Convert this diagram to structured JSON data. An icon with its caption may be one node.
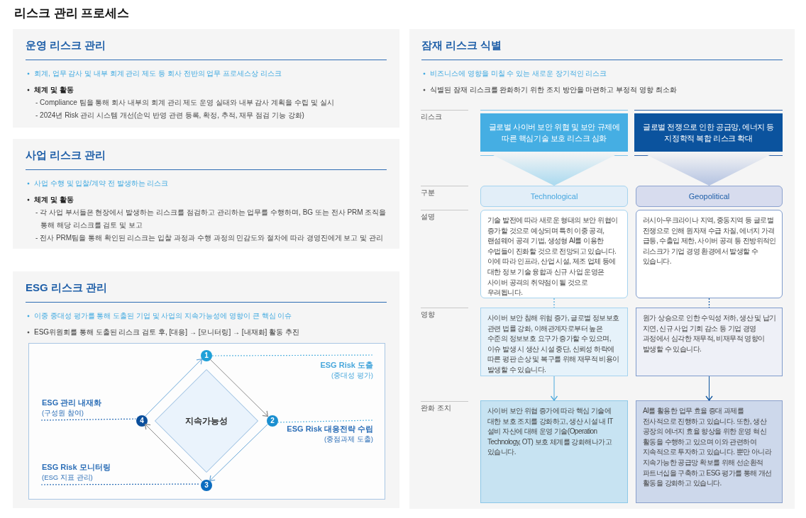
{
  "diagram": {
    "title": "리스크 관리 프로세스",
    "nodes": [
      {
        "text": [
          "운영 리스크 관리",
          "회계, 업무 감사 및 내부 회계 관리 제도 등 회사 전반의 업무 프로세스상 리스크",
          "체계 및 활동",
          "- Compliance 팀을 통해 회사 내부의 회계 관리 제도 운영 실태와 내부 감사 계획을 수립 및 실시",
          "- 2024년 Risk 관리 시스템 개선(손익 반영 관련 등록, 확정, 추적, 재무 점검 기능 강화)"
        ]
      },
      {
        "text": [
          "사업 리스크 관리",
          "사업 수행 및 입찰/계약 전 발생하는 리스크",
          "체계 및 활동",
          "- 각 사업 부서들은 현장에서 발생하는 리스크를 점검하고 관리하는 업무를 수행하며, BG 또는 전사 PRM 조직을 통해 해당 리스크를 검토 및 보고",
          "- 전사 PRM팀을 통해 확인된 리스크는 입찰 과정과 수행 과정의 민감도와 절차에 따라 경영진에게 보고 및 관리"
        ]
      },
      {
        "text": [
          "ESG 리스크 관리",
          "이중 중대성 평가를 통해 도출된 기업 및 사업의 지속가능성에 영향이 큰 핵심 이슈",
          "ESG위원회를 통해 도출된 리스크 검토 후, [대응] → [모니터링] → [내재화] 활동 추진"
        ]
      },
      {
        "text": [],
        "shape": "box",
        "in": 2
      },
      {
        "text": [
          "지속가능성"
        ],
        "in": 3
      },
      {
        "text": [
          "1"
        ],
        "in": 3
      },
      {
        "text": [
          "2"
        ],
        "in": 3
      },
      {
        "text": [
          "3"
        ],
        "in": 3
      },
      {
        "text": [
          "4"
        ],
        "in": 3
      },
      {
        "text": [
          "ESG Risk 도출",
          "(중대성 평가)"
        ],
        "in": 3
      },
      {
        "text": [
          "ESG Risk 대응전략 수립",
          "(중점과제 도출)"
        ],
        "in": 3
      },
      {
        "text": [
          "ESG Risk 모니터링",
          "(ESG 지표 관리)"
        ],
        "in": 3
      },
      {
        "text": [
          "ESG 관리 내재화",
          "(구성원 참여)"
        ],
        "in": 3
      },
      {
        "text": [
          "잠재 리스크 식별",
          "비즈니스에 영향을 미칠 수 있는 새로운 장기적인 리스크",
          "식별된 잠재 리스크를 완화하기 위한 조치 방안을 마련하고 부정적 영향 최소화"
        ]
      },
      {
        "text": [
          "글로벌 사이버 보안 위협 및 보안 규제에 따른 핵심기술 보호 리스크 심화"
        ],
        "in": 13
      },
      {
        "text": [
          "글로벌 전쟁으로 인한 공급망, 에너지 등 지정학적 복합 리스크 확대"
        ],
        "in": 13
      },
      {
        "text": [
          "Technological"
        ],
        "in": 13
      },
      {
        "text": [
          "Geopolitical"
        ],
        "in": 13
      },
      {
        "text": [
          "기술 발전에 따라 새로운 형태의 보안 위협이 증가할 것으로 예상되며 특히 이중 공격, 랜섬웨어 공격 기법, 생성형 AI를 이용한 수법들이 진화할 것으로 전망되고 있습니다. 이에 따라 인프라, 산업 시설, 제조 업체 등에 대한 정보 기술 융합과 신규 사업 운영은 사이버 공격의 취약점이 될 것으로 우려됩니다."
        ],
        "in": 13
      },
      {
        "text": [
          "러시아-우크라이나 지역, 중동지역 등 글로벌 전쟁으로 인해 원자재 수급 차질, 에너지 가격 급등, 수출입 제한, 사이버 공격 등 전방위적인 리스크가 기업 경영 환경에서 발생할 수 있습니다."
        ],
        "in": 13
      },
      {
        "text": [
          "사이버 보안 침해 위험 증가, 글로벌 정보보호 관련 법률 강화, 이해관계자로부터 높은 수준의 정보보호 요구가 증가할 수 있으며, 이슈 발생 시 생산 시설 중단, 신뢰성 하락에 따른 평판 손상 및 복구를 위해 재무적 비용이 발생할 수 있습니다."
        ],
        "in": 13
      },
      {
        "text": [
          "원가 상승으로 인한 수익성 저하, 생산 및 납기 지연, 신규 사업 기회 감소 등 기업 경영 과정에서 심각한 재무적, 비재무적 영향이 발생할 수 있습니다."
        ],
        "in": 13
      },
      {
        "text": [
          "사이버 보안 위협 증가에 따라 핵심 기술에 대한 보호 조치를 강화하고, 생산 시설 내 IT 설비 자산에 대해 운영 기술(Operation Technology, OT) 보호 체계를 강화해나가고 있습니다."
        ],
        "in": 13
      },
      {
        "text": [
          "AI를 활용한 업무 효율 증대 과제를 전사적으로 진행하고 있습니다. 또한, 생산 공장의 에너지 효율 향상을 위한 운영 혁신 활동을 수행하고 있으며 이와 관련하여 지속적으로 투자하고 있습니다. 뿐만 아니라 지속가능한 공급망 확보를 위해 선순환적 파트너십을 구축하고 ESG 평가를 통해 개선 활동을 강화하고 있습니다."
        ],
        "in": 13
      }
    ],
    "edges": [
      {
        "from": 5,
        "to": 6,
        "arrow": "to",
        "color": "#8c8c8c"
      },
      {
        "from": 6,
        "to": 7,
        "arrow": "to",
        "color": "#6aa7d8"
      },
      {
        "from": 7,
        "to": 8,
        "arrow": "to",
        "color": "#8c8c8c"
      },
      {
        "from": 8,
        "to": 5,
        "arrow": "to",
        "color": "#6aa7d8"
      },
      {
        "from": 9,
        "to": 5,
        "arrow": "none",
        "style": "dashed",
        "color": "#5bb5e0"
      },
      {
        "from": 10,
        "to": 6,
        "arrow": "none",
        "style": "dashed",
        "color": "#5bb5e0"
      },
      {
        "from": 11,
        "to": 7,
        "arrow": "none",
        "style": "dashed",
        "color": "#2d6fb7"
      },
      {
        "from": 12,
        "to": 8,
        "arrow": "none",
        "style": "dashed",
        "color": "#2d6fb7"
      },
      {
        "from": 14,
        "to": 16,
        "arrow": "to",
        "color": "#a9d9ef"
      },
      {
        "from": 15,
        "to": 17,
        "arrow": "to",
        "color": "#b3c2e1"
      },
      {
        "from": 18,
        "to": 20,
        "arrow": "none",
        "style": "dashed",
        "color": "#4aa8dc"
      },
      {
        "from": 19,
        "to": 21,
        "arrow": "none",
        "style": "dashed",
        "color": "#0b539e"
      },
      {
        "from": 20,
        "to": 22,
        "arrow": "to",
        "color": "#4aa8dc"
      },
      {
        "from": 21,
        "to": 23,
        "arrow": "to",
        "color": "#0b539e"
      }
    ],
    "labels": [
      "리스크",
      "구분",
      "설명",
      "영향",
      "완화 조치"
    ]
  }
}
